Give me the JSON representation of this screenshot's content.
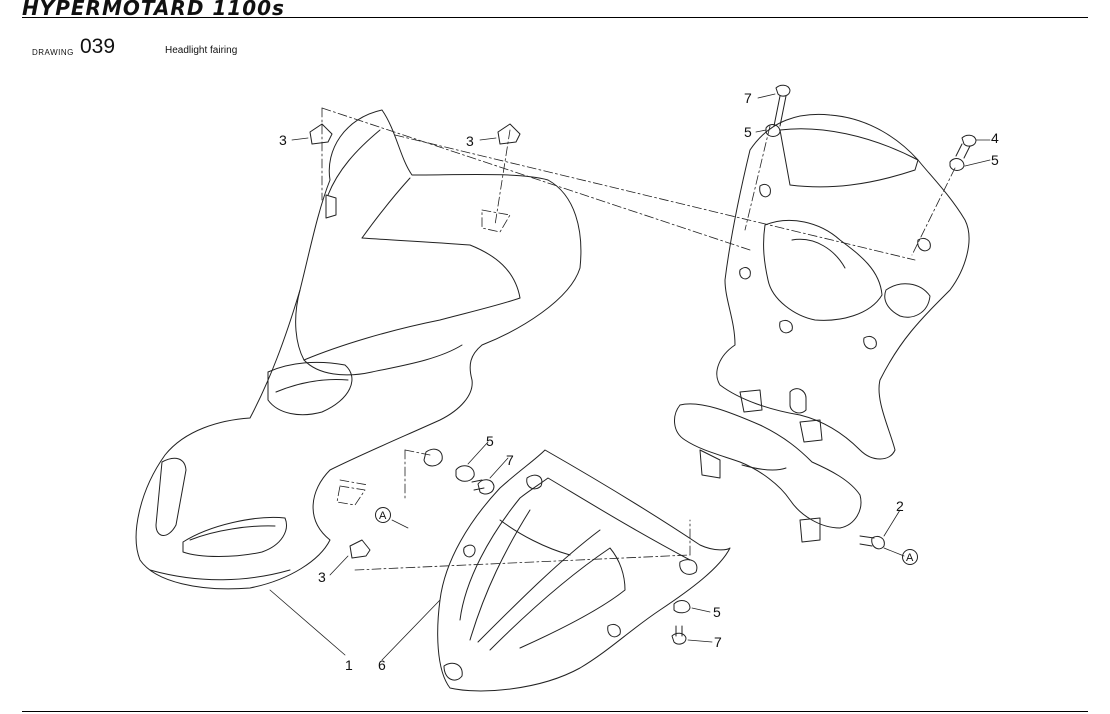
{
  "header": {
    "model_title": "HYPERMOTARD 1100s"
  },
  "drawing": {
    "label": "DRAWING",
    "number": "039",
    "title": "Headlight fairing"
  },
  "callouts": {
    "c1": "1",
    "c2": "2",
    "c3a": "3",
    "c3b": "3",
    "c3c": "3",
    "c4": "4",
    "c5a": "5",
    "c5b": "5",
    "c5c": "5",
    "c5d": "5",
    "c6": "6",
    "c7a": "7",
    "c7b": "7",
    "c7c": "7"
  },
  "references": {
    "refA1": "A",
    "refA2": "A"
  }
}
